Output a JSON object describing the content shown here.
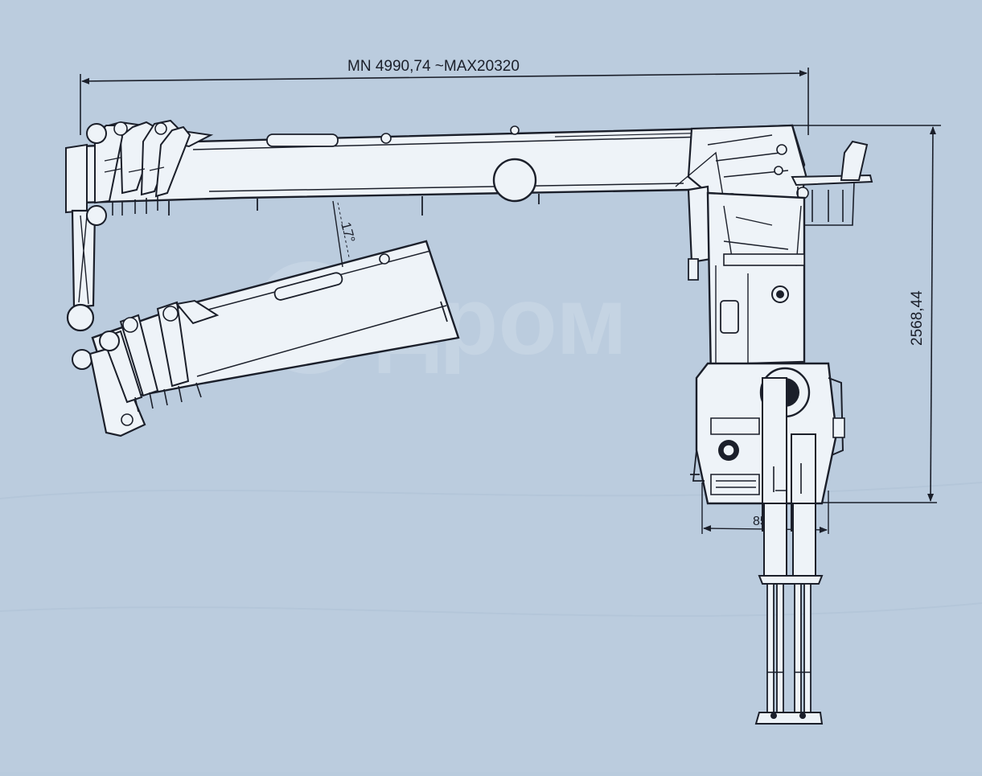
{
  "drawing": {
    "dimensions": {
      "reach": "MN 4990,74 ~MAX20320",
      "height": "2568,44",
      "base_width": "854",
      "boom_angle": "17°"
    },
    "watermark": "дром"
  },
  "colors": {
    "background": "#b9cbdd",
    "line": "#1b1f2a",
    "part_fill": "#eef3f8",
    "watermark": "#d3deea"
  }
}
